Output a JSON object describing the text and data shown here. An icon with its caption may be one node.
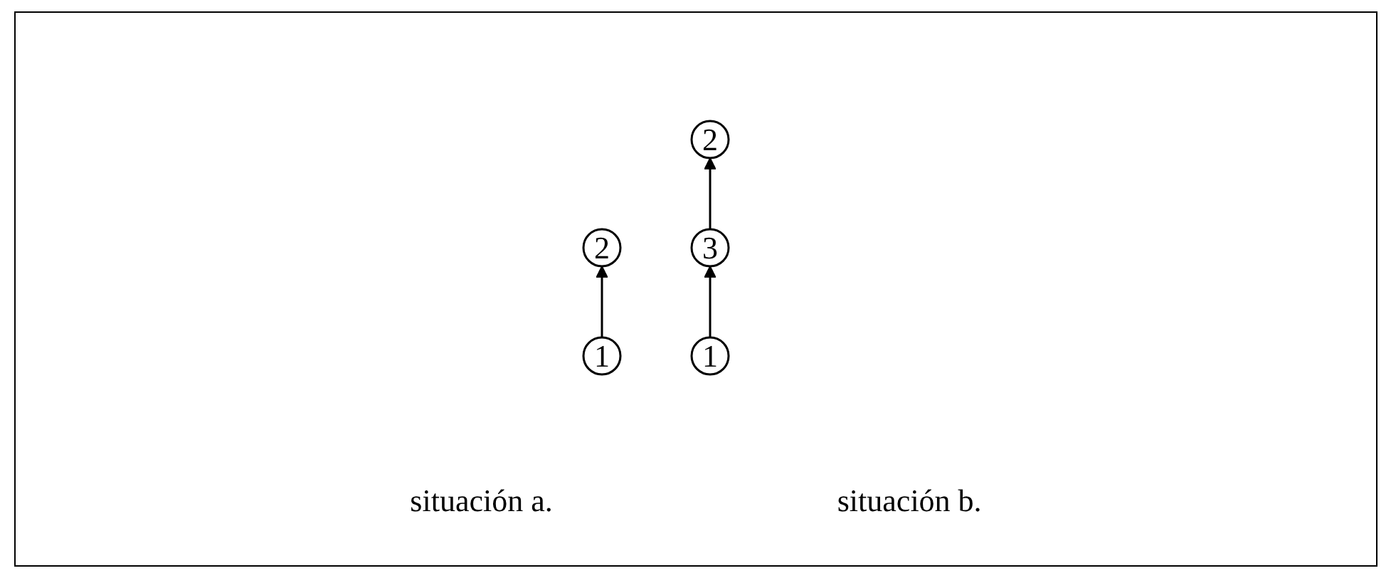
{
  "diagram": {
    "nodes": [
      {
        "text": [
          "2"
        ]
      },
      {
        "text": [
          "2"
        ]
      },
      {
        "text": [
          "3"
        ]
      },
      {
        "text": [
          "1"
        ]
      },
      {
        "text": [
          "1"
        ]
      }
    ],
    "edges": [
      {
        "from": 3,
        "to": 0,
        "arrow": "to"
      },
      {
        "from": 4,
        "to": 2,
        "arrow": "to"
      },
      {
        "from": 2,
        "to": 1,
        "arrow": "to"
      }
    ],
    "labels": [
      "situación a.",
      "situación b."
    ]
  }
}
